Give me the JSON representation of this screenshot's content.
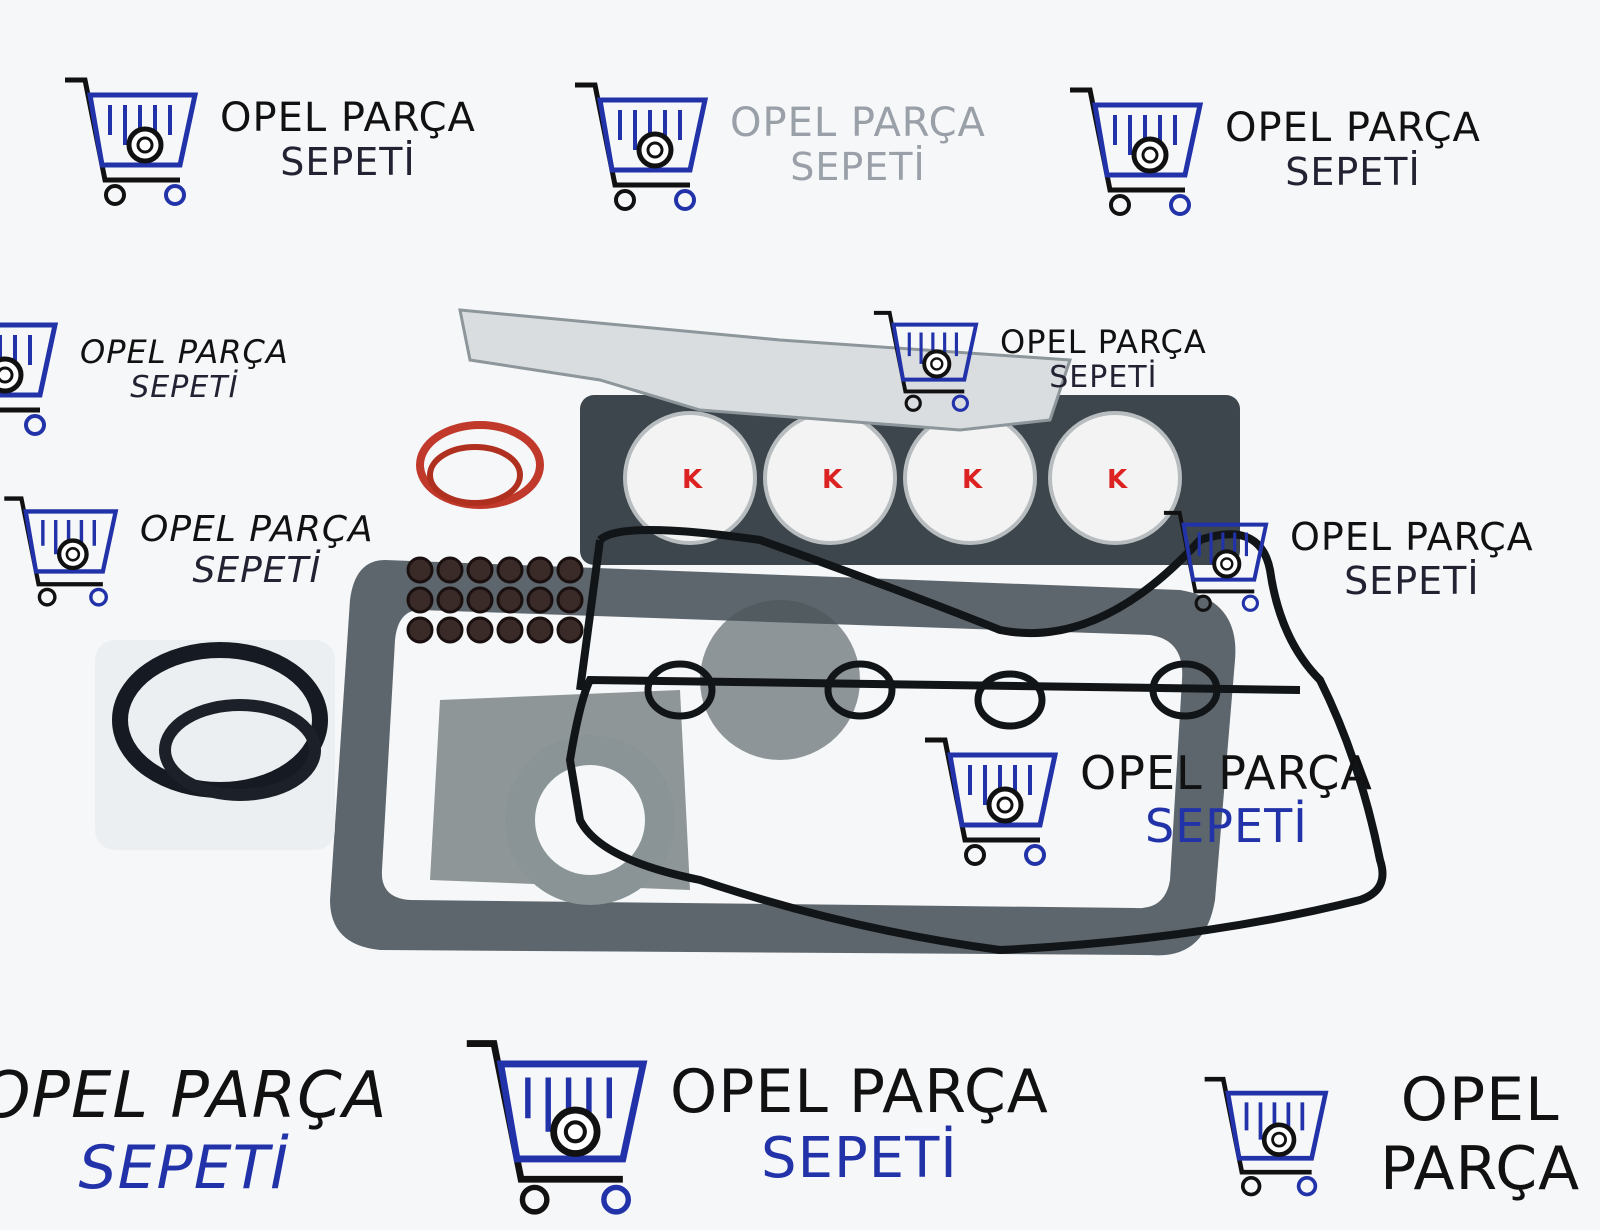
{
  "watermark": {
    "line1": "OPEL PARÇA",
    "line2": "SEPETİ",
    "cart_color": "#2233aa",
    "icon": "shopping-cart-gear-icon"
  },
  "product": {
    "brand_mark": "K",
    "gasket_color": "#3d464c",
    "seal_color": "#c0392b"
  }
}
